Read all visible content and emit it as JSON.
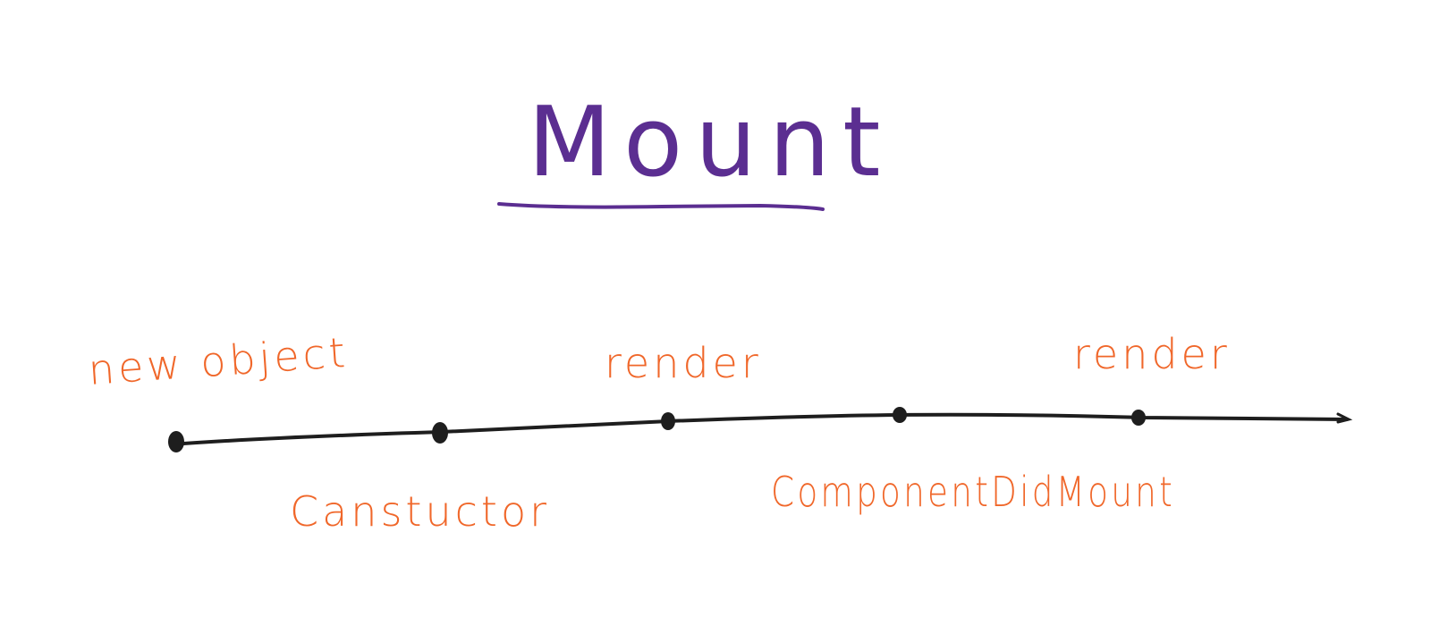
{
  "title": "Mount",
  "colors": {
    "title": "#5b2e91",
    "labels": "#f0672a",
    "timeline": "#1e1e1e",
    "background": "#ffffff"
  },
  "events_above": [
    {
      "label": "new object"
    },
    {
      "label": "render"
    },
    {
      "label": "render"
    }
  ],
  "events_below": [
    {
      "label": "Canstuctor"
    },
    {
      "label": "ComponentDidMount"
    }
  ]
}
